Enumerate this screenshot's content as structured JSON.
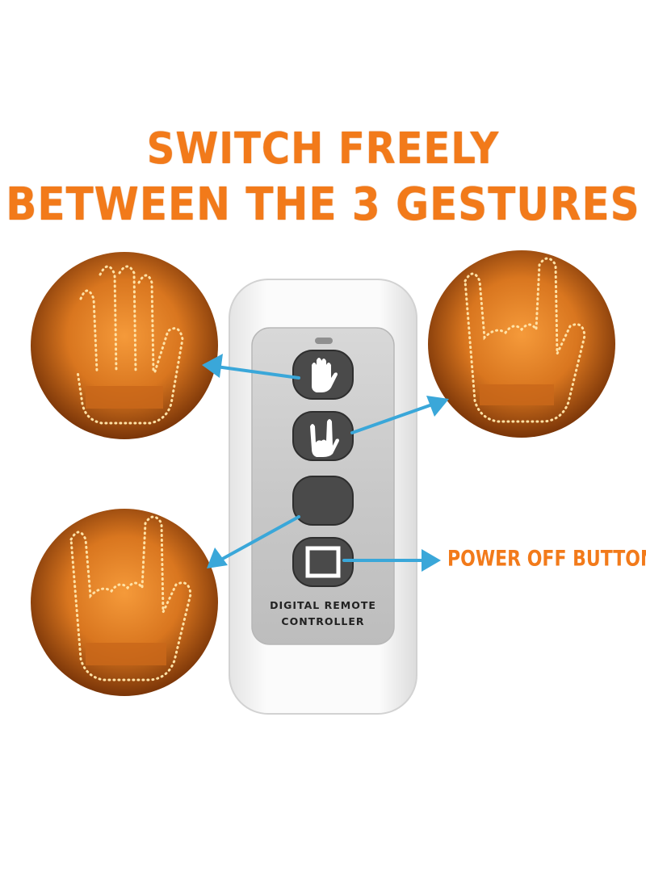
{
  "headline": {
    "line1": "SWITCH FREELY",
    "line2": "BETWEEN THE 3 GESTURES"
  },
  "callout": {
    "power_off_label": "POWER OFF BUTTON"
  },
  "remote": {
    "label_line1": "DIGITAL REMOTE",
    "label_line2": "CONTROLLER",
    "buttons": [
      {
        "icon": "open-hand-icon"
      },
      {
        "icon": "rock-hand-icon"
      },
      {
        "icon": "blank"
      },
      {
        "icon": "power-square-icon"
      }
    ]
  },
  "gestures": [
    {
      "icon": "open-hand-icon"
    },
    {
      "icon": "rock-hand-icon"
    },
    {
      "icon": "rock-hand-icon"
    }
  ],
  "colors": {
    "accent": "#f27a1a",
    "arrow": "#3aa7d9",
    "led": "#ffb347",
    "glow": "#c4650f"
  }
}
